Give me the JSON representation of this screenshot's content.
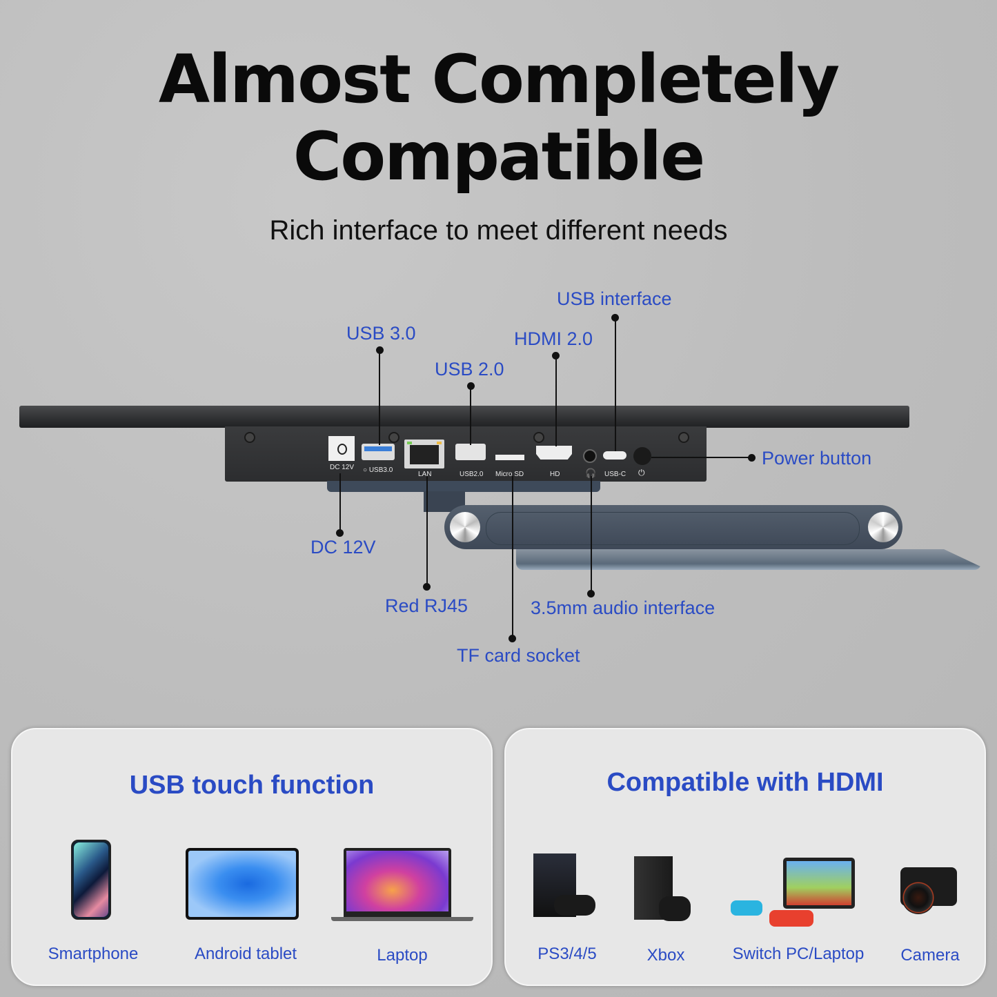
{
  "header": {
    "title_line1": "Almost Completely",
    "title_line2": "Compatible",
    "subtitle": "Rich interface to meet different needs"
  },
  "callouts": {
    "usb_interface": "USB interface",
    "usb30": "USB 3.0",
    "hdmi20": "HDMI 2.0",
    "usb20": "USB 2.0",
    "power_button": "Power button",
    "dc12v": "DC 12V",
    "red_rj45": "Red RJ45",
    "audio": "3.5mm audio interface",
    "tf_card": "TF card socket"
  },
  "ports": {
    "dc": "DC 12V",
    "usb30": "USB3.0",
    "lan": "LAN",
    "usb20": "USB2.0",
    "microsd": "Micro SD",
    "hd": "HD",
    "usbc": "USB-C"
  },
  "cards": {
    "usb": {
      "title": "USB touch function",
      "devices": [
        "Smartphone",
        "Android tablet",
        "Laptop"
      ]
    },
    "hdmi": {
      "title": "Compatible with HDMI",
      "devices": [
        "PS3/4/5",
        "Xbox",
        "Switch PC/Laptop",
        "Camera"
      ]
    }
  },
  "colors": {
    "accent_blue": "#2a4bc4",
    "background": "#bcbcbc",
    "card_bg": "#e7e7e7"
  }
}
